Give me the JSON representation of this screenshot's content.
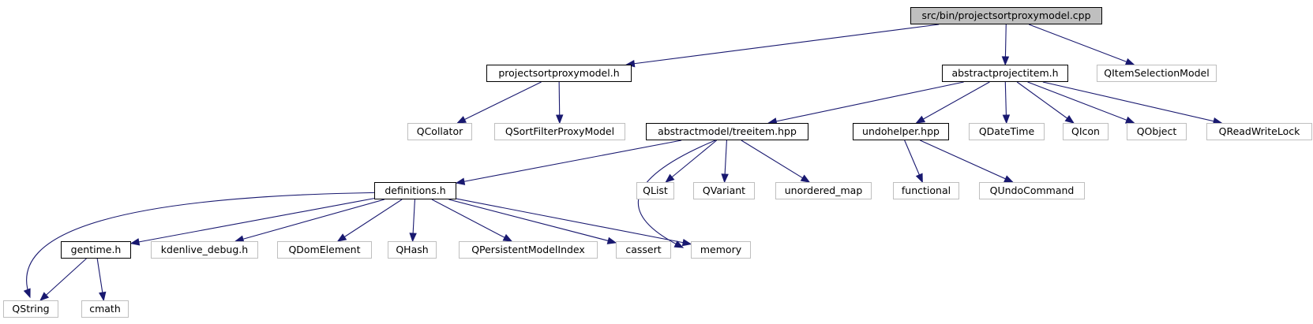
{
  "colors": {
    "edge": "#191970",
    "root_fill": "#bfbfbf",
    "documented_border": "#000000",
    "external_border": "#bfbfbf"
  },
  "nodes": [
    {
      "id": "root",
      "label": "src/bin/projectsortproxymodel.cpp",
      "kind": "root"
    },
    {
      "id": "psp_h",
      "label": "projectsortproxymodel.h",
      "kind": "doc"
    },
    {
      "id": "api_h",
      "label": "abstractprojectitem.h",
      "kind": "doc"
    },
    {
      "id": "qism",
      "label": "QItemSelectionModel",
      "kind": "ext"
    },
    {
      "id": "qcollator",
      "label": "QCollator",
      "kind": "ext"
    },
    {
      "id": "qsfpm",
      "label": "QSortFilterProxyModel",
      "kind": "ext"
    },
    {
      "id": "treeitem",
      "label": "abstractmodel/treeitem.hpp",
      "kind": "doc"
    },
    {
      "id": "undohelper",
      "label": "undohelper.hpp",
      "kind": "doc"
    },
    {
      "id": "qdatetime",
      "label": "QDateTime",
      "kind": "ext"
    },
    {
      "id": "qicon",
      "label": "QIcon",
      "kind": "ext"
    },
    {
      "id": "qobject",
      "label": "QObject",
      "kind": "ext"
    },
    {
      "id": "qrwl",
      "label": "QReadWriteLock",
      "kind": "ext"
    },
    {
      "id": "definitions",
      "label": "definitions.h",
      "kind": "doc"
    },
    {
      "id": "qlist",
      "label": "QList",
      "kind": "ext"
    },
    {
      "id": "qvariant",
      "label": "QVariant",
      "kind": "ext"
    },
    {
      "id": "unordered_map",
      "label": "unordered_map",
      "kind": "ext"
    },
    {
      "id": "functional",
      "label": "functional",
      "kind": "ext"
    },
    {
      "id": "qundo",
      "label": "QUndoCommand",
      "kind": "ext"
    },
    {
      "id": "gentime",
      "label": "gentime.h",
      "kind": "doc"
    },
    {
      "id": "kdebug",
      "label": "kdenlive_debug.h",
      "kind": "ext"
    },
    {
      "id": "qdom",
      "label": "QDomElement",
      "kind": "ext"
    },
    {
      "id": "qhash",
      "label": "QHash",
      "kind": "ext"
    },
    {
      "id": "qpmi",
      "label": "QPersistentModelIndex",
      "kind": "ext"
    },
    {
      "id": "cassert",
      "label": "cassert",
      "kind": "ext"
    },
    {
      "id": "memory",
      "label": "memory",
      "kind": "ext"
    },
    {
      "id": "qstring",
      "label": "QString",
      "kind": "ext"
    },
    {
      "id": "cmath",
      "label": "cmath",
      "kind": "ext"
    }
  ],
  "edges": [
    {
      "from": "root",
      "to": "psp_h"
    },
    {
      "from": "root",
      "to": "api_h"
    },
    {
      "from": "root",
      "to": "qism"
    },
    {
      "from": "psp_h",
      "to": "qcollator"
    },
    {
      "from": "psp_h",
      "to": "qsfpm"
    },
    {
      "from": "api_h",
      "to": "treeitem"
    },
    {
      "from": "api_h",
      "to": "undohelper"
    },
    {
      "from": "api_h",
      "to": "qdatetime"
    },
    {
      "from": "api_h",
      "to": "qicon"
    },
    {
      "from": "api_h",
      "to": "qobject"
    },
    {
      "from": "api_h",
      "to": "qrwl"
    },
    {
      "from": "treeitem",
      "to": "definitions"
    },
    {
      "from": "treeitem",
      "to": "qlist"
    },
    {
      "from": "treeitem",
      "to": "qvariant"
    },
    {
      "from": "treeitem",
      "to": "unordered_map"
    },
    {
      "from": "treeitem",
      "to": "memory"
    },
    {
      "from": "undohelper",
      "to": "functional"
    },
    {
      "from": "undohelper",
      "to": "qundo"
    },
    {
      "from": "definitions",
      "to": "gentime"
    },
    {
      "from": "definitions",
      "to": "kdebug"
    },
    {
      "from": "definitions",
      "to": "qdom"
    },
    {
      "from": "definitions",
      "to": "qhash"
    },
    {
      "from": "definitions",
      "to": "qpmi"
    },
    {
      "from": "definitions",
      "to": "cassert"
    },
    {
      "from": "definitions",
      "to": "memory"
    },
    {
      "from": "definitions",
      "to": "qstring"
    },
    {
      "from": "gentime",
      "to": "qstring"
    },
    {
      "from": "gentime",
      "to": "cmath"
    }
  ]
}
